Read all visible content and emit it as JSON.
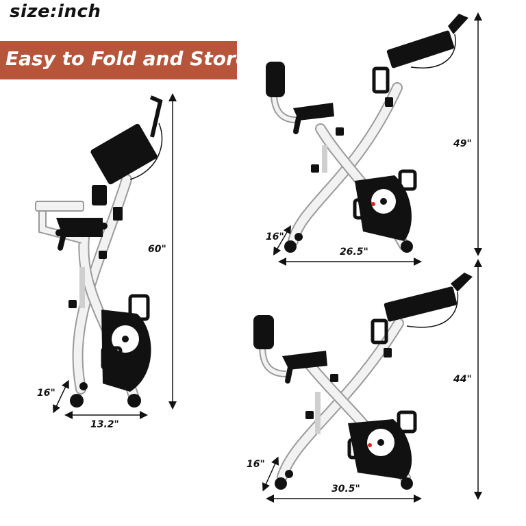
{
  "header": {
    "size_unit": "size:inch",
    "banner": "Easy to Fold and Store"
  },
  "colors": {
    "banner_bg": "#b6553a",
    "frame": "#f2f2f2",
    "frame_outline": "#9a9a9a",
    "parts": "#111111",
    "dimension_line": "#111111"
  },
  "bikes": [
    {
      "state": "folded",
      "height": "60\"",
      "length": "13.2\"",
      "width": "16\""
    },
    {
      "state": "upright",
      "height": "49\"",
      "length": "26.5\"",
      "width": "16\""
    },
    {
      "state": "recumbent",
      "height": "44\"",
      "length": "30.5\"",
      "width": "16\""
    }
  ]
}
